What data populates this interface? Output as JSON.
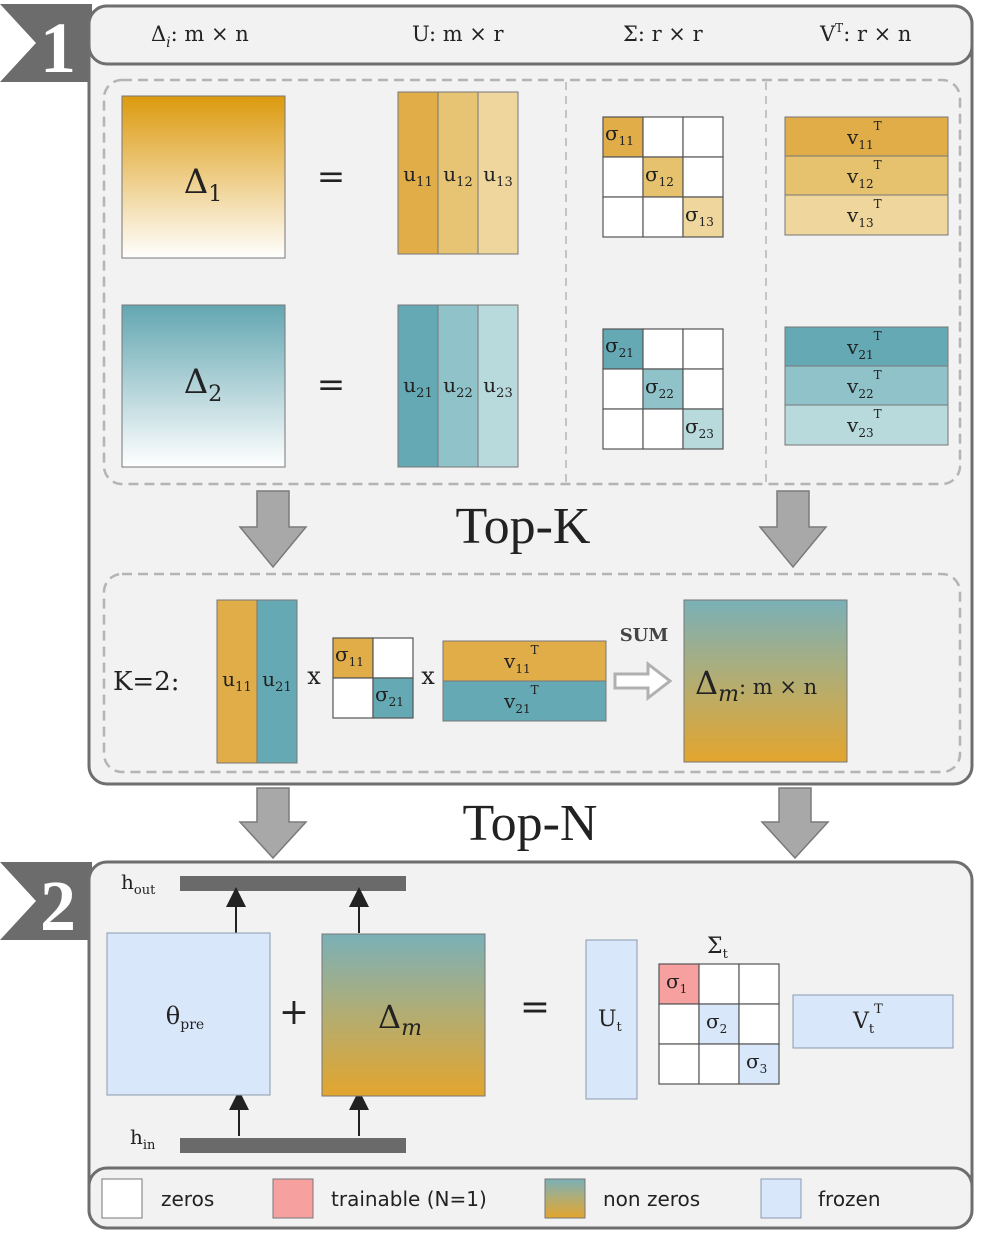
{
  "colors": {
    "gold": "#e0ad48",
    "gold_mid": "#e6c26e",
    "gold_light": "#efd69c",
    "teal": "#65a9b4",
    "teal_mid": "#90c3c9",
    "teal_light": "#b9dadc",
    "trainable": "#f6a0a0",
    "frozen": "#d9e7fa",
    "panel_bg": "#f2f2f2",
    "border": "#6e6e6e",
    "arrow": "#a8a8a8"
  },
  "section1": {
    "badge": "1",
    "header": {
      "delta_i_main": "Δ",
      "delta_i_sub": "i",
      "delta_i_dims": ": m × n",
      "u": "U: m × r",
      "sigma": "Σ: r × r",
      "vt_main": "V",
      "vt_sup": "T",
      "vt_dims": ": r × n"
    },
    "row1": {
      "delta_main": "Δ",
      "delta_sub": "1",
      "equals": "=",
      "u_cols": [
        {
          "main": "u",
          "sub": "11"
        },
        {
          "main": "u",
          "sub": "12"
        },
        {
          "main": "u",
          "sub": "13"
        }
      ],
      "sigmas": [
        {
          "main": "σ",
          "sub": "11"
        },
        {
          "main": "σ",
          "sub": "12"
        },
        {
          "main": "σ",
          "sub": "13"
        }
      ],
      "v_rows": [
        {
          "main": "v",
          "sub": "11",
          "sup": "T"
        },
        {
          "main": "v",
          "sub": "12",
          "sup": "T"
        },
        {
          "main": "v",
          "sub": "13",
          "sup": "T"
        }
      ]
    },
    "row2": {
      "delta_main": "Δ",
      "delta_sub": "2",
      "equals": "=",
      "u_cols": [
        {
          "main": "u",
          "sub": "21"
        },
        {
          "main": "u",
          "sub": "22"
        },
        {
          "main": "u",
          "sub": "23"
        }
      ],
      "sigmas": [
        {
          "main": "σ",
          "sub": "21"
        },
        {
          "main": "σ",
          "sub": "22"
        },
        {
          "main": "σ",
          "sub": "23"
        }
      ],
      "v_rows": [
        {
          "main": "v",
          "sub": "21",
          "sup": "T"
        },
        {
          "main": "v",
          "sub": "22",
          "sup": "T"
        },
        {
          "main": "v",
          "sub": "23",
          "sup": "T"
        }
      ]
    },
    "topk_label": "Top-K",
    "k_label": "K=2:",
    "merge": {
      "u_cols": [
        {
          "main": "u",
          "sub": "11"
        },
        {
          "main": "u",
          "sub": "21"
        }
      ],
      "times": "x",
      "sigmas": [
        {
          "main": "σ",
          "sub": "11"
        },
        {
          "main": "σ",
          "sub": "21"
        }
      ],
      "v_rows": [
        {
          "main": "v",
          "sub": "11",
          "sup": "T"
        },
        {
          "main": "v",
          "sub": "21",
          "sup": "T"
        }
      ],
      "sum_label": "SUM",
      "result_main": "Δ",
      "result_sub": "m",
      "result_dims": ": m × n"
    }
  },
  "topn_label": "Top-N",
  "section2": {
    "badge": "2",
    "h_out_main": "h",
    "h_out_sub": "out",
    "h_in_main": "h",
    "h_in_sub": "in",
    "theta_main": "θ",
    "theta_sub": "pre",
    "plus": "+",
    "delta_m_main": "Δ",
    "delta_m_sub": "m",
    "equals": "=",
    "u_t_main": "U",
    "u_t_sub": "t",
    "sigma_t_main": "Σ",
    "sigma_t_sub": "t",
    "sigmas": [
      {
        "main": "σ",
        "sub": "1"
      },
      {
        "main": "σ",
        "sub": "2"
      },
      {
        "main": "σ",
        "sub": "3"
      }
    ],
    "v_t_main": "V",
    "v_t_sub": "t",
    "v_t_sup": "T"
  },
  "legend": [
    {
      "label": "zeros",
      "swatch": "zeros"
    },
    {
      "label": "trainable (N=1)",
      "swatch": "trainable"
    },
    {
      "label": "non zeros",
      "swatch": "nonzeros"
    },
    {
      "label": "frozen",
      "swatch": "frozen"
    }
  ]
}
